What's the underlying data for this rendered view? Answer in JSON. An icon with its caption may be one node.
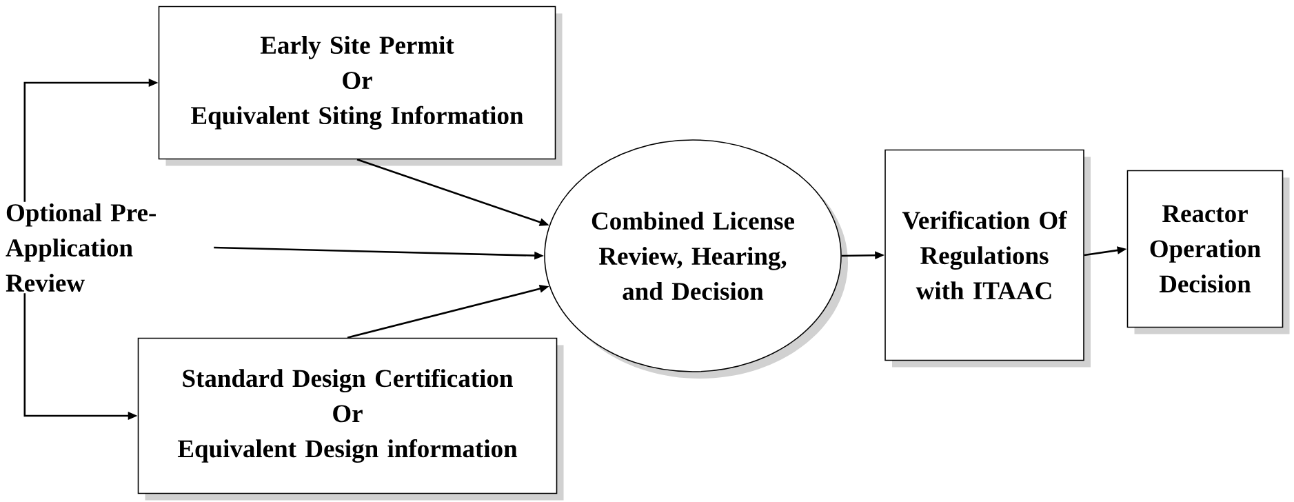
{
  "diagram": {
    "nodes": [
      {
        "text": [
          "Early Site Permit",
          "Or",
          "Equivalent Siting Information"
        ]
      },
      {
        "text": [
          "Optional Pre-Application Review"
        ]
      },
      {
        "text": [
          "Standard Design Certification",
          "Or",
          "Equivalent Design information"
        ]
      },
      {
        "text": [
          "Combined License Review, Hearing, and Decision"
        ]
      },
      {
        "text": [
          "Verification Of Regulations with ITAAC"
        ]
      },
      {
        "text": [
          "Reactor Operation Decision"
        ]
      }
    ],
    "edges": [
      {
        "from": 1,
        "to": 0,
        "arrow": "to"
      },
      {
        "from": 1,
        "to": 2,
        "arrow": "to"
      },
      {
        "from": 0,
        "to": 3,
        "arrow": "to"
      },
      {
        "from": 1,
        "to": 3,
        "arrow": "to"
      },
      {
        "from": 2,
        "to": 3,
        "arrow": "to"
      },
      {
        "from": 3,
        "to": 4,
        "arrow": "to"
      },
      {
        "from": 4,
        "to": 5,
        "arrow": "to"
      }
    ]
  }
}
